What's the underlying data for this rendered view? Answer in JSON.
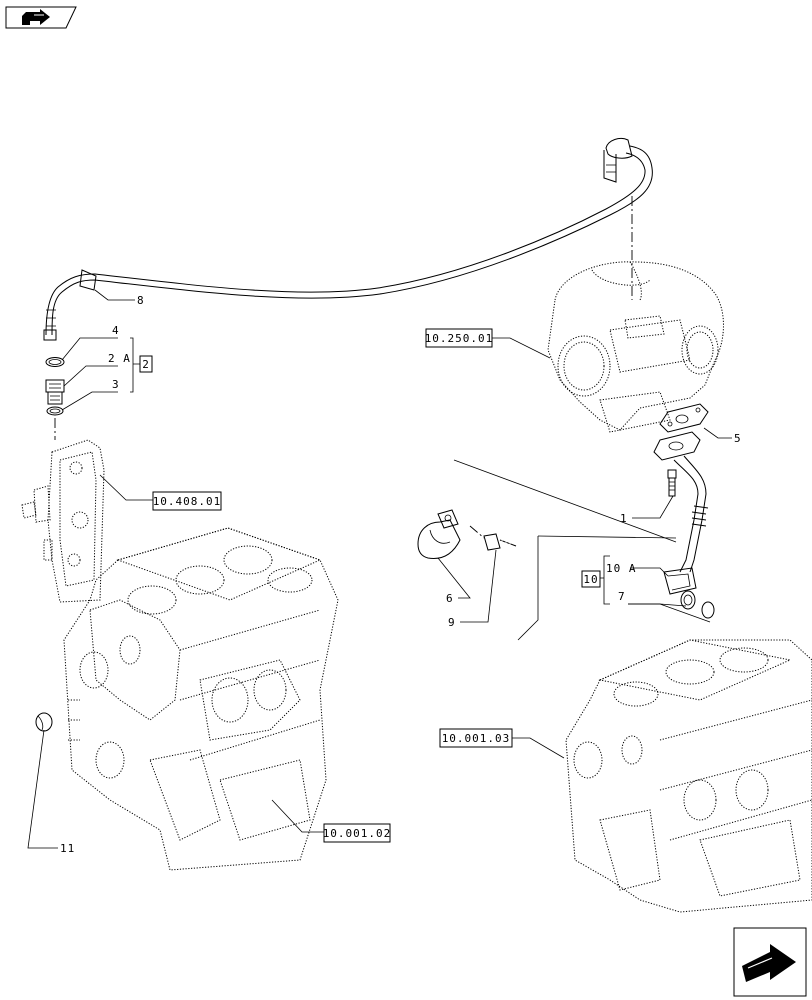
{
  "nav": {
    "icon_prev": "back-arrow-icon",
    "icon_next": "next-page-arrow-icon"
  },
  "callouts": {
    "c1": "1",
    "c2A": "2 A",
    "c2": "2",
    "c3": "3",
    "c4": "4",
    "c5": "5",
    "c6": "6",
    "c7": "7",
    "c8": "8",
    "c9": "9",
    "c10": "10",
    "c10A": "10 A",
    "c11": "11"
  },
  "refs": {
    "turbo": "10.250.01",
    "oil_filter": "10.408.01",
    "engine_left": "10.001.02",
    "engine_right": "10.001.03"
  }
}
